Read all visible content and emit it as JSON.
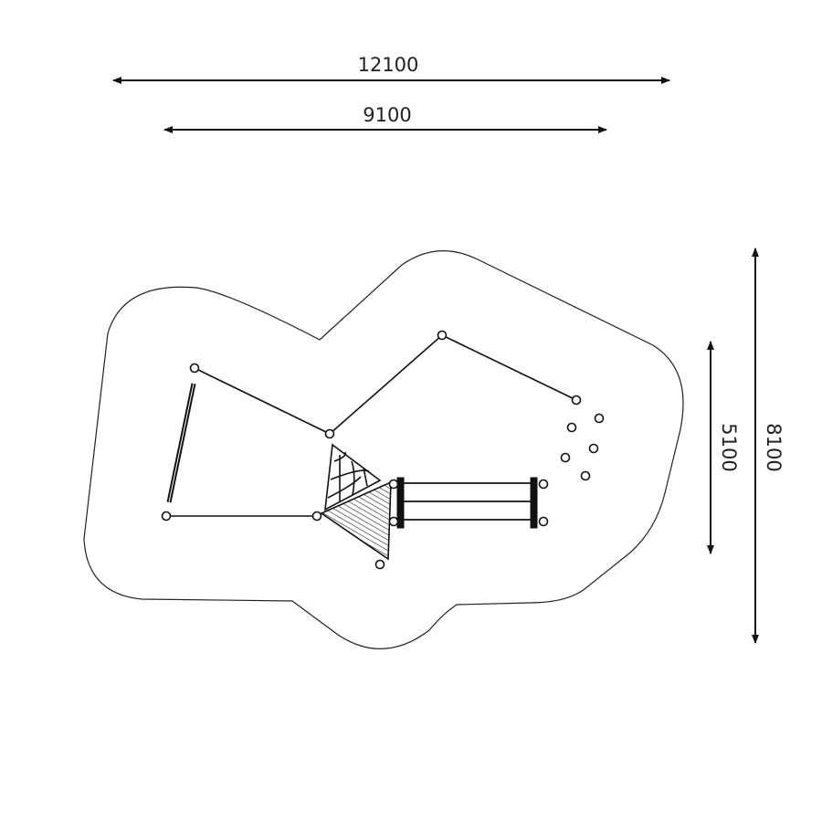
{
  "dimensions": {
    "overall_width": "12100",
    "inner_width": "9100",
    "inner_depth": "5100",
    "overall_depth": "8100"
  },
  "colors": {
    "line": "#111111",
    "background": "#ffffff"
  }
}
